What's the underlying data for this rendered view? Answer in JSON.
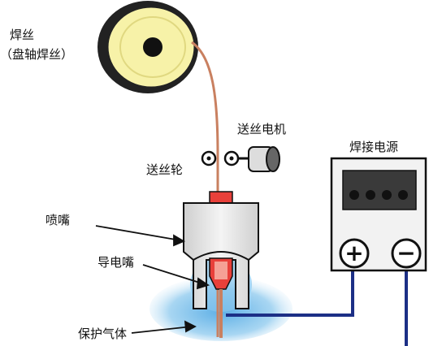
{
  "labels": {
    "wire": "焊丝",
    "wire_sub": "（盘轴焊丝）",
    "feed_motor": "送丝电机",
    "feed_roller": "送丝轮",
    "nozzle": "喷嘴",
    "contact_tip": "导电嘴",
    "shield_gas": "保护气体",
    "power_source": "焊接电源"
  },
  "power_terminals": {
    "positive": "+",
    "negative": "−"
  },
  "display": {
    "indicator_count": 4
  },
  "colors": {
    "spool": "#f7f2a8",
    "wire": "#c98060",
    "nozzle_body": "#e4e4e4",
    "contact_tip": "#e8403a",
    "gas": "#8ec9ec",
    "power_box": "#f2f2f2",
    "cable": "#1c2f86",
    "outline": "#111111"
  }
}
